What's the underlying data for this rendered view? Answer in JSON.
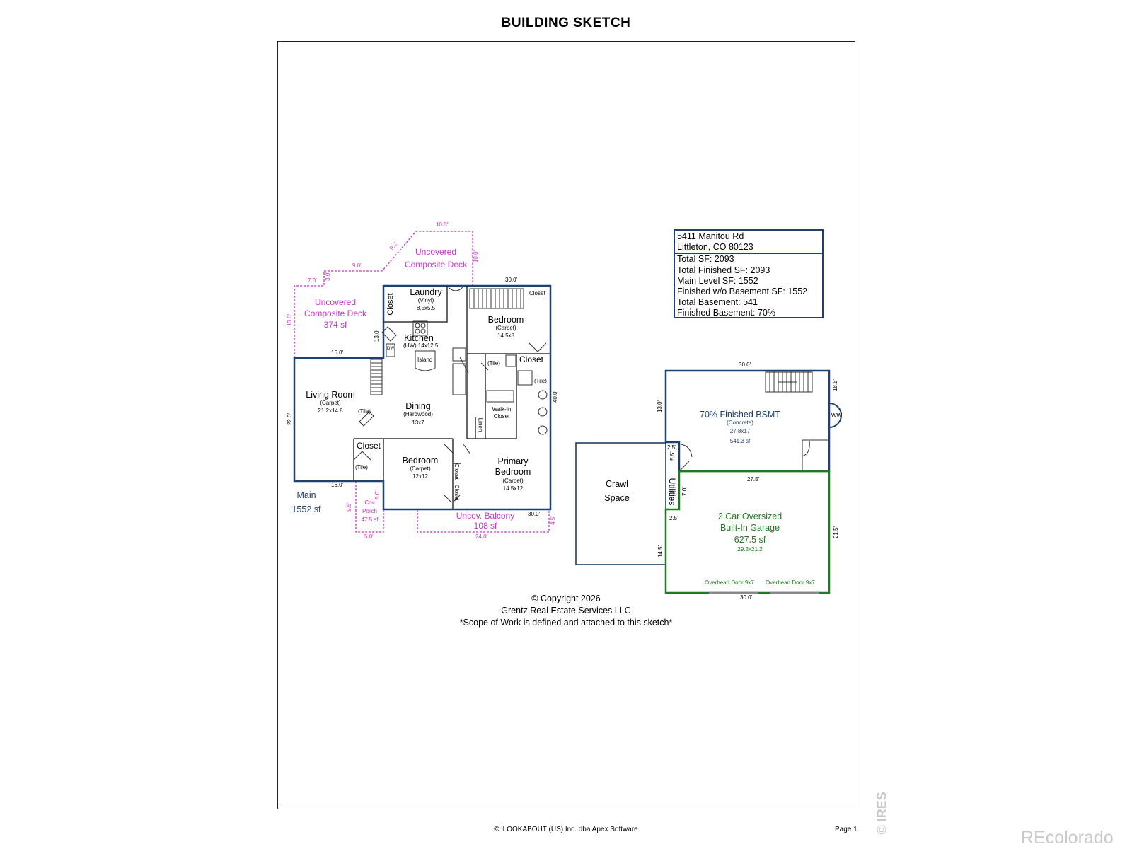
{
  "page": {
    "title": "BUILDING SKETCH",
    "footer": "© iLOOKABOUT (US) Inc. dba Apex Software",
    "page_number": "Page 1",
    "watermark": "© IRES",
    "brand": "REcolorado"
  },
  "info_box": {
    "address_line1": "5411 Manitou Rd",
    "address_line2": "Littleton, CO 80123",
    "total_sf": "Total SF: 2093",
    "total_finished_sf": "Total Finished SF: 2093",
    "main_level_sf": "Main Level SF: 1552",
    "finished_wo_basement": "Finished w/o Basement SF: 1552",
    "total_basement": "Total Basement: 541",
    "finished_basement": "Finished Basement: 70%"
  },
  "copyright": {
    "line1": "© Copyright 2026",
    "line2": "Grentz Real Estate Services LLC",
    "line3": "*Scope of Work is defined and attached to this sketch*"
  },
  "colors": {
    "main_wall": "#1f3f6e",
    "deck": "#cc33cc",
    "garage": "#1f7a1f",
    "basement": "#1f3f6e",
    "crawl": "#1f3f6e"
  },
  "main_level": {
    "label": "Main",
    "area": "1552 sf",
    "rooms": {
      "laundry": {
        "name": "Laundry",
        "floor": "(Vinyl)",
        "size": "8.5x5.5"
      },
      "closet_laundry": "Closet",
      "bedroom_ne": {
        "name": "Bedroom",
        "floor": "(Carpet)",
        "size": "14.5x8"
      },
      "closet_ne_small": "Closet",
      "closet_ne": "Closet",
      "kitchen": {
        "name": "Kitchen",
        "floor": "(HW)",
        "size": "14x12.5"
      },
      "island": "Island",
      "dw": "DW",
      "tile_bath1": "(Tile)",
      "tile_bath2": "(Tile)",
      "living": {
        "name": "Living Room",
        "floor": "(Carpet)",
        "size": "21.2x14.8"
      },
      "tile_entry": "(Tile)",
      "dining": {
        "name": "Dining",
        "floor": "(Hardwood)",
        "size": "13x7"
      },
      "walkin": {
        "line1": "Walk-In",
        "line2": "Closet"
      },
      "linen": "Linen",
      "closet_entry": "Closet",
      "tile_closet": "(Tile)",
      "bedroom_s": {
        "name": "Bedroom",
        "floor": "(Carpet)",
        "size": "12x12"
      },
      "closet_mid1": "Closet",
      "closet_mid2": "Closet",
      "primary": {
        "line1": "Primary",
        "line2": "Bedroom",
        "floor": "(Carpet)",
        "size": "14.5x12"
      }
    },
    "dims": {
      "top": "30.0'",
      "right": "40.0'",
      "bottom": "30.0'",
      "living_top": "16.0'",
      "living_bottom": "16.0'",
      "living_left": "22.0'",
      "kitchen_left": "13.0'"
    }
  },
  "decks": {
    "deck_left": {
      "line1": "Uncovered",
      "line2": "Composite Deck",
      "area": "374 sf"
    },
    "deck_top": {
      "line1": "Uncovered",
      "line2": "Composite Deck"
    },
    "balcony": {
      "line1": "Uncov. Balcony",
      "area": "108 sf"
    },
    "porch": {
      "line1": "Cov",
      "line2": "Porch",
      "area": "47.5 sf"
    },
    "dims": {
      "d10a": "10.0'",
      "d92": "9.2'",
      "d10b": "10.0'",
      "d90": "9.0'",
      "d30": "3.0'",
      "d70": "7.0'",
      "d130": "13.0'",
      "porch_right": "5.0'",
      "porch_left": "9.5'",
      "porch_bottom": "5.0'",
      "balcony_bottom": "24.0'",
      "balcony_right": "4.5'"
    }
  },
  "basement": {
    "name": "70% Finished BSMT",
    "floor": "(Concrete)",
    "size": "27.8x17",
    "area": "541.3 sf",
    "ww": "WW",
    "dims": {
      "top": "30.0'",
      "left": "13.0'",
      "right": "18.5'",
      "d25": "2.5'",
      "d55": "5.5'",
      "bottom": "27.5'"
    }
  },
  "crawl": {
    "line1": "Crawl",
    "line2": "Space"
  },
  "utilities": "Utilities",
  "garage": {
    "line1": "2 Car Oversized",
    "line2": "Built-In Garage",
    "area": "627.5 sf",
    "size": "29.2x21.2",
    "door1": "Overhead Door 9x7",
    "door2": "Overhead Door 9x7",
    "dims": {
      "bottom": "30.0'",
      "right": "21.5'",
      "left": "14.5'",
      "d70": "7.0'",
      "d25": "2.5'"
    }
  }
}
